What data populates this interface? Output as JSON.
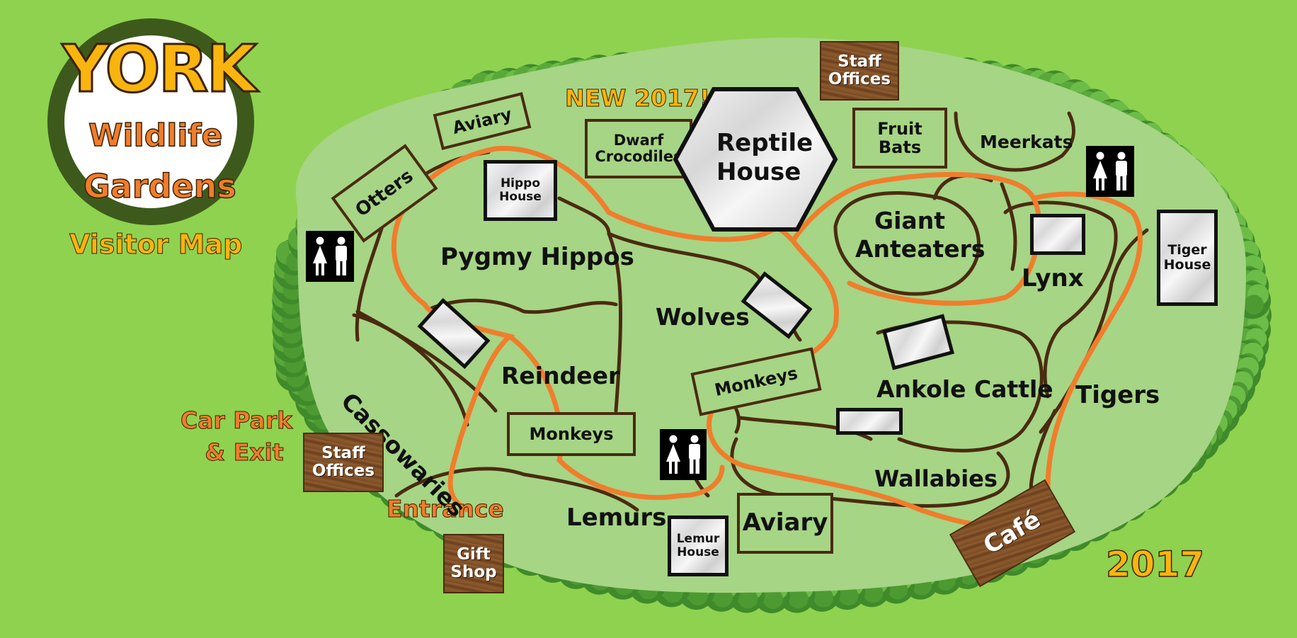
{
  "logo": {
    "line1": "YORK",
    "line2": "Wildlife",
    "line3": "Gardens"
  },
  "subtitle": "Visitor Map",
  "year": "2017",
  "new_badge": "NEW 2017!",
  "outside": {
    "car_park_line1": "Car Park",
    "car_park_line2": "& Exit",
    "entrance": "Entrance"
  },
  "enclosures": {
    "aviary_top": "Aviary",
    "otters": "Otters",
    "dwarf_croc_line1": "Dwarf",
    "dwarf_croc_line2": "Crocodiles",
    "reptile_house_line1": "Reptile",
    "reptile_house_line2": "House",
    "fruit_bats_line1": "Fruit",
    "fruit_bats_line2": "Bats",
    "meerkats": "Meerkats",
    "hippo_house_line1": "Hippo",
    "hippo_house_line2": "House",
    "pygmy_hippos": "Pygmy Hippos",
    "giant_anteaters_line1": "Giant",
    "giant_anteaters_line2": "Anteaters",
    "lynx": "Lynx",
    "tiger_house_line1": "Tiger",
    "tiger_house_line2": "House",
    "wolves": "Wolves",
    "reindeer": "Reindeer",
    "cassowaries": "Cassowaries",
    "monkeys_right": "Monkeys",
    "monkeys_left": "Monkeys",
    "ankole_cattle": "Ankole Cattle",
    "tigers": "Tigers",
    "wallabies": "Wallabies",
    "lemurs": "Lemurs",
    "lemur_house_line1": "Lemur",
    "lemur_house_line2": "House",
    "aviary_bottom": "Aviary"
  },
  "facilities": {
    "staff_offices_top_line1": "Staff",
    "staff_offices_top_line2": "Offices",
    "staff_offices_left_line1": "Staff",
    "staff_offices_left_line2": "Offices",
    "gift_shop_line1": "Gift",
    "gift_shop_line2": "Shop",
    "cafe": "Café"
  },
  "icons": {
    "toilets": "toilets-icon",
    "tree": "tree-icon"
  },
  "colors": {
    "background": "#8fd24f",
    "park": "#a6d585",
    "path": "#f07d2c",
    "fence": "#4a2b10",
    "logo_ring": "#3d5a1c",
    "logo_text": "#f9b40f",
    "logo_subtext": "#f07d2c"
  }
}
